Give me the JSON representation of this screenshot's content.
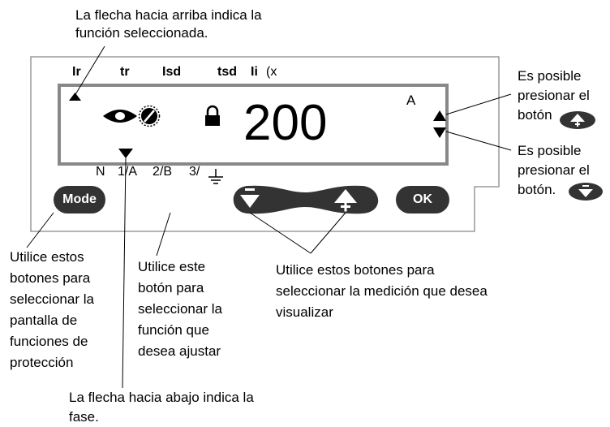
{
  "notes": {
    "top_arrow": [
      "La flecha hacia arriba indica la",
      "función seleccionada."
    ],
    "bottom_arrow": [
      "La flecha hacia abajo indica la",
      "fase."
    ],
    "right_up": [
      "Es posible",
      "presionar el",
      "botón"
    ],
    "right_down": [
      "Es posible",
      "presionar el",
      "botón."
    ],
    "mode_button": [
      "Utilice estos",
      "botones para",
      "seleccionar la",
      "pantalla de",
      "funciones de",
      "protección"
    ],
    "next_button": [
      "Utilice este",
      "botón para",
      "seleccionar la",
      "función que",
      "desea ajustar"
    ],
    "updown_buttons": [
      "Utilice estos botones para",
      "seleccionar la medición que desea",
      "visualizar"
    ]
  },
  "device": {
    "functions": [
      "Ir",
      "tr",
      "Isd",
      "tsd",
      "Ii"
    ],
    "functions_tail": "(x",
    "reading": "200",
    "unit": "A",
    "phases": [
      "N",
      "1/A",
      "2/B",
      "3/"
    ],
    "icons": [
      "up-arrow-indicator",
      "eye-icon",
      "dial-icon",
      "lock-icon",
      "down-arrow-indicator",
      "ground-icon"
    ]
  },
  "buttons": {
    "mode": "Mode",
    "ok": "OK",
    "icons": [
      "right-arrow-icon",
      "down-minus-icon",
      "up-plus-icon"
    ]
  },
  "colors": {
    "button": "#333333",
    "frame": "#888888"
  }
}
